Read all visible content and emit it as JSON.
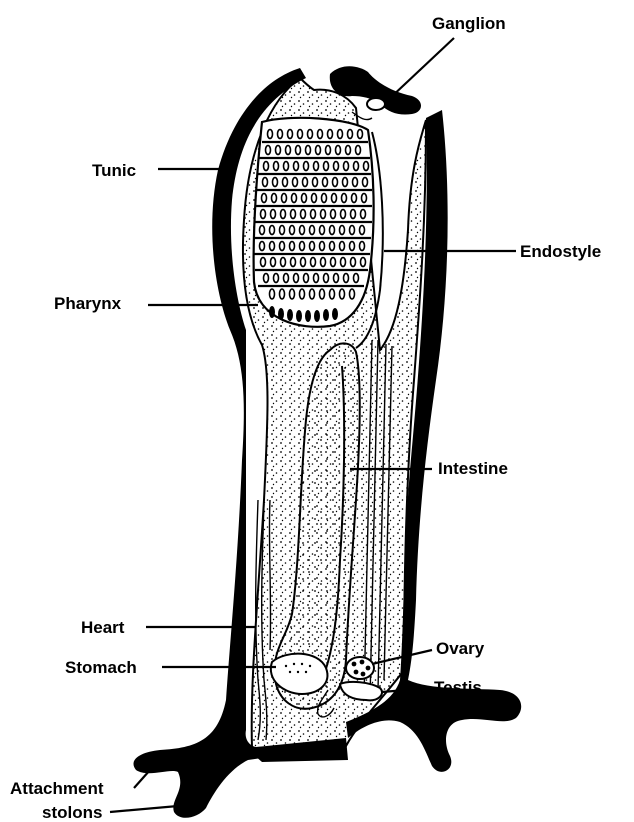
{
  "labels": {
    "ganglion": "Ganglion",
    "tunic": "Tunic",
    "endostyle": "Endostyle",
    "pharynx": "Pharynx",
    "intestine": "Intestine",
    "heart": "Heart",
    "ovary": "Ovary",
    "stomach": "Stomach",
    "testis": "Testis",
    "attachment": "Attachment",
    "stolons": "stolons"
  },
  "colors": {
    "ink": "#000000",
    "paper": "#ffffff"
  }
}
